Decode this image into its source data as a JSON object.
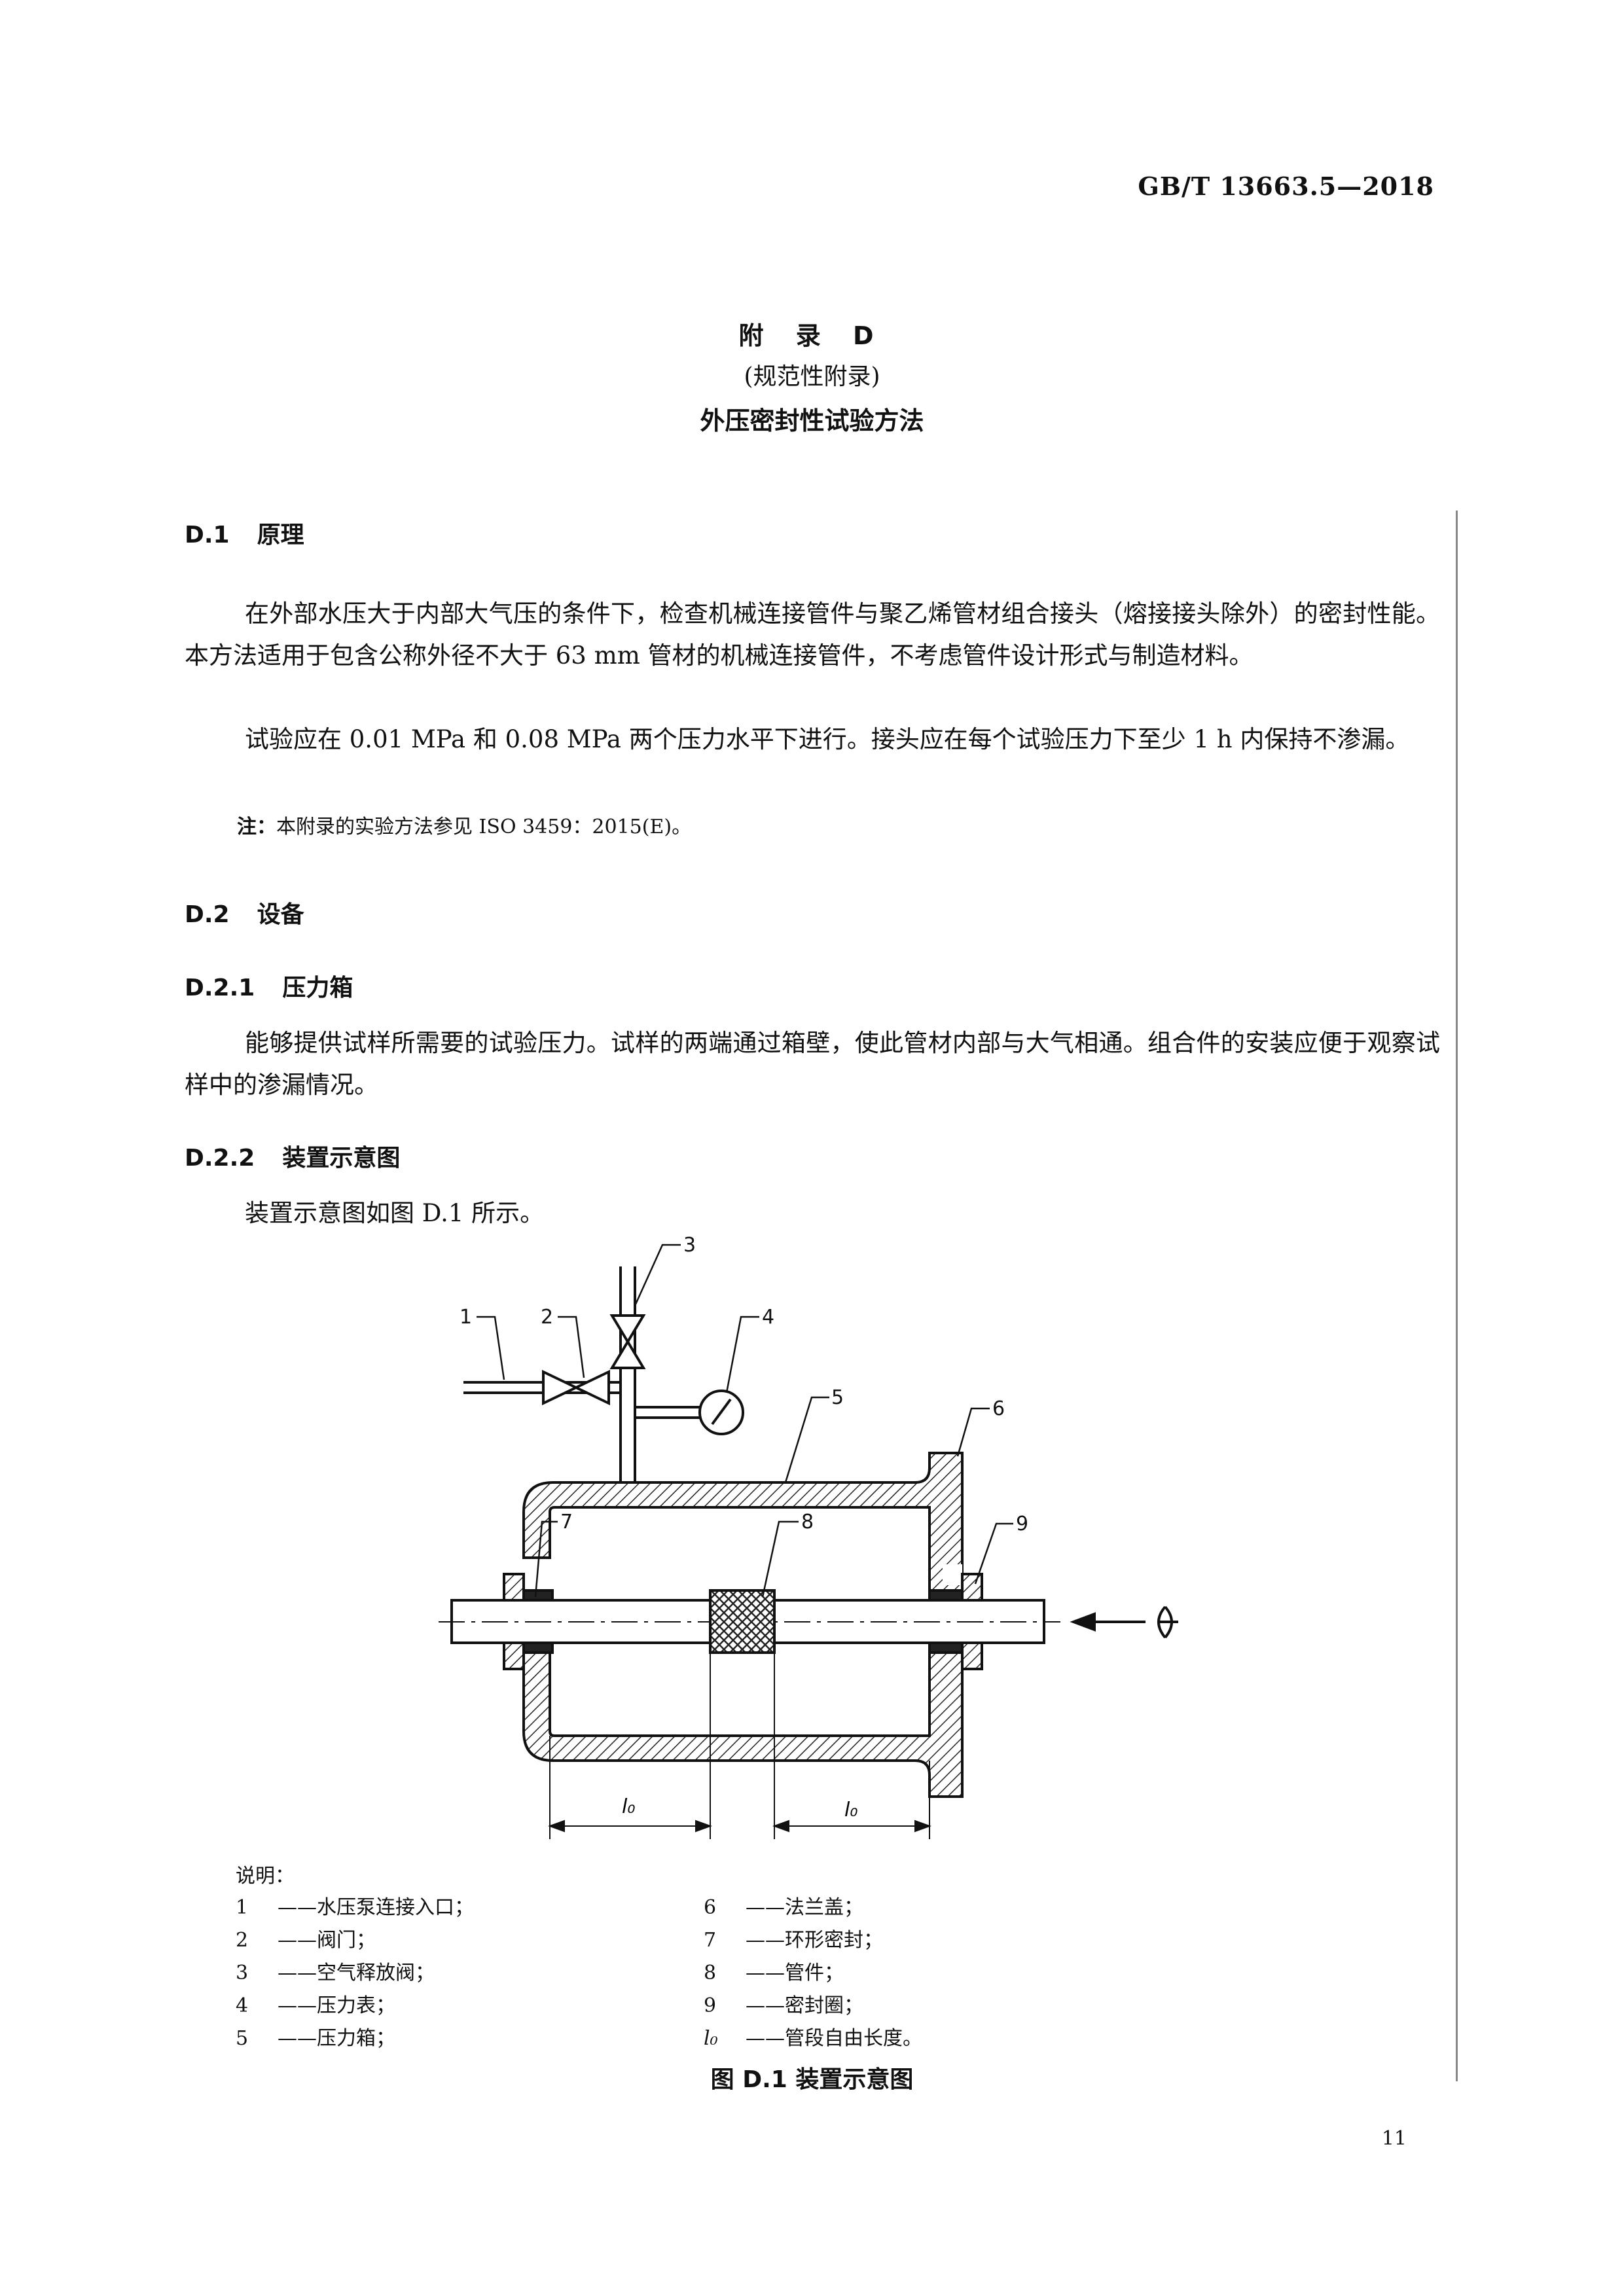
{
  "header": {
    "standard_number": "GB/T 13663.5—2018"
  },
  "appendix": {
    "label": "附 录 D",
    "type": "(规范性附录)",
    "title": "外压密封性试验方法"
  },
  "sections": {
    "d1": {
      "number": "D.1",
      "title": "原理",
      "para1": "在外部水压大于内部大气压的条件下，检查机械连接管件与聚乙烯管材组合接头（熔接接头除外）的密封性能。本方法适用于包含公称外径不大于 63 mm 管材的机械连接管件，不考虑管件设计形式与制造材料。",
      "para2": "试验应在 0.01 MPa 和 0.08 MPa 两个压力水平下进行。接头应在每个试验压力下至少 1 h 内保持不渗漏。",
      "note_label": "注：",
      "note_text": "本附录的实验方法参见 ISO 3459：2015(E)。"
    },
    "d2": {
      "number": "D.2",
      "title": "设备"
    },
    "d21": {
      "number": "D.2.1",
      "title": "压力箱",
      "para": "能够提供试样所需要的试验压力。试样的两端通过箱壁，使此管材内部与大气相通。组合件的安装应便于观察试样中的渗漏情况。"
    },
    "d22": {
      "number": "D.2.2",
      "title": "装置示意图",
      "para": "装置示意图如图 D.1 所示。"
    }
  },
  "figure": {
    "callouts": [
      "1",
      "2",
      "3",
      "4",
      "5",
      "6",
      "7",
      "8",
      "9"
    ],
    "dimension_label": "l₀",
    "legend_title": "说明：",
    "legend_left": [
      {
        "num": "1",
        "text": "——水压泵连接入口；"
      },
      {
        "num": "2",
        "text": "——阀门；"
      },
      {
        "num": "3",
        "text": "——空气释放阀；"
      },
      {
        "num": "4",
        "text": "——压力表；"
      },
      {
        "num": "5",
        "text": "——压力箱；"
      }
    ],
    "legend_right": [
      {
        "num": "6",
        "text": "——法兰盖；"
      },
      {
        "num": "7",
        "text": "——环形密封；"
      },
      {
        "num": "8",
        "text": "——管件；"
      },
      {
        "num": "9",
        "text": "——密封圈；"
      },
      {
        "num": "l₀",
        "text": "——管段自由长度。"
      }
    ],
    "caption": "图 D.1 装置示意图"
  },
  "page_number": "11"
}
